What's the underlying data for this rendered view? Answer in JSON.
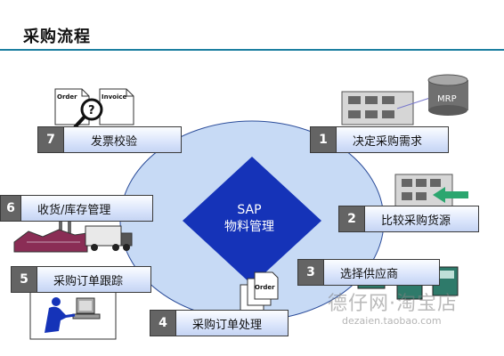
{
  "title": "采购流程",
  "center": {
    "line1": "SAP",
    "line2": "物料管理"
  },
  "steps": [
    {
      "num": "1",
      "label": "决定采购需求"
    },
    {
      "num": "2",
      "label": "比较采购货源"
    },
    {
      "num": "3",
      "label": "选择供应商"
    },
    {
      "num": "4",
      "label": "采购订单处理"
    },
    {
      "num": "5",
      "label": "采购订单跟踪"
    },
    {
      "num": "6",
      "label": "收货/库存管理"
    },
    {
      "num": "7",
      "label": "发票校验"
    }
  ],
  "mrp_label": "MRP",
  "doc_labels": {
    "order": "Order",
    "invoice": "Invoice",
    "order2": "Order"
  },
  "watermark": {
    "line1": "德仔网·淘宝店",
    "line2": "dezaien.taobao.com"
  },
  "colors": {
    "ellipse": "#c7daf5",
    "diamond": "#1533b8",
    "rule": "#1b7ea0",
    "badge": "#646464"
  }
}
